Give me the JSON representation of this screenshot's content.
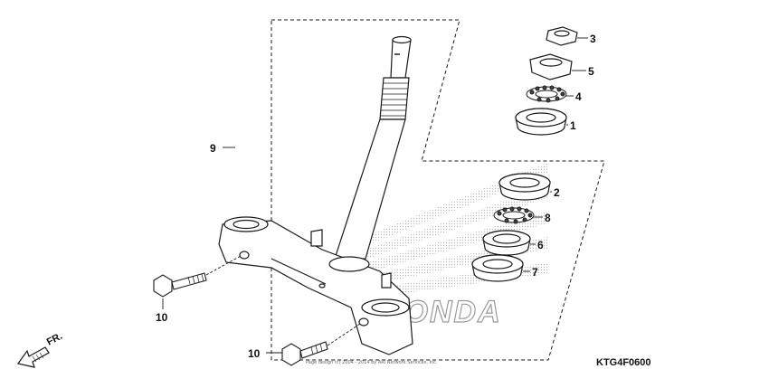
{
  "diagram": {
    "callouts": {
      "c1": "1",
      "c2": "2",
      "c3": "3",
      "c4": "4",
      "c5": "5",
      "c6": "6",
      "c7": "7",
      "c8": "8",
      "c9": "9",
      "c10a": "10",
      "c10b": "10"
    },
    "diagram_code": "KTG4F0600",
    "direction_label": "FR.",
    "watermark_brand": "HONDA",
    "footer_note": "Page design (c) 2004 - 2014 by ARI Network Services, Inc.",
    "colors": {
      "line": "#1a1a1a",
      "watermark": "#bdbdbd",
      "background": "#ffffff"
    },
    "icons": [
      "front-direction-arrow-icon"
    ]
  }
}
